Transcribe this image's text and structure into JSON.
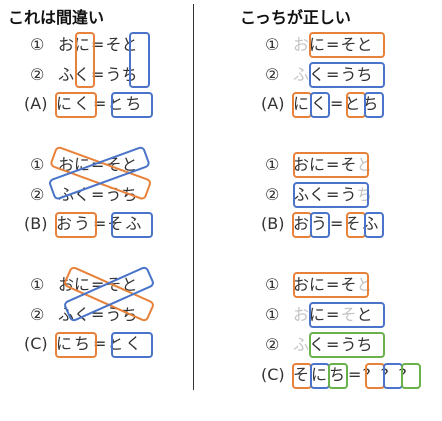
{
  "left": {
    "title": "これは間違い",
    "a": {
      "r1": {
        "mark": "①",
        "t": [
          "お",
          "に",
          "=",
          "そ",
          "と"
        ]
      },
      "r2": {
        "mark": "②",
        "t": [
          "ふ",
          "く",
          "=",
          "う",
          "ち"
        ]
      },
      "res": {
        "label": "(A)",
        "t": [
          "に",
          "く",
          "=",
          "と",
          "ち"
        ]
      }
    },
    "b": {
      "r1": {
        "mark": "①",
        "t": [
          "お",
          "に",
          "=",
          "そ",
          "と"
        ]
      },
      "r2": {
        "mark": "②",
        "t": [
          "ふ",
          "く",
          "=",
          "う",
          "ち"
        ]
      },
      "res": {
        "label": "(B)",
        "t": [
          "お",
          "う",
          "=",
          "そ",
          "ふ"
        ]
      }
    },
    "c": {
      "r1": {
        "mark": "①",
        "t": [
          "お",
          "に",
          "=",
          "そ",
          "と"
        ]
      },
      "r2": {
        "mark": "②",
        "t": [
          "ふ",
          "く",
          "=",
          "う",
          "ち"
        ]
      },
      "res": {
        "label": "(C)",
        "t": [
          "に",
          "ち",
          "=",
          "と",
          "く"
        ]
      }
    }
  },
  "right": {
    "title": "こっちが正しい",
    "a": {
      "r1": {
        "mark": "①",
        "t": [
          "お",
          "に",
          "=",
          "そ",
          "と"
        ]
      },
      "r2": {
        "mark": "②",
        "t": [
          "ふ",
          "く",
          "=",
          "う",
          "ち"
        ]
      },
      "res": {
        "label": "(A)",
        "t": [
          "に",
          "く",
          "=",
          "と",
          "ち"
        ]
      }
    },
    "b": {
      "r1": {
        "mark": "①",
        "t": [
          "お",
          "に",
          "=",
          "そ",
          "と"
        ]
      },
      "r2": {
        "mark": "②",
        "t": [
          "ふ",
          "く",
          "=",
          "う",
          "ち"
        ]
      },
      "res": {
        "label": "(B)",
        "t": [
          "お",
          "う",
          "=",
          "そ",
          "ふ"
        ]
      }
    },
    "c": {
      "r1": {
        "mark": "①",
        "t": [
          "お",
          "に",
          "=",
          "そ",
          "と"
        ]
      },
      "r1b": {
        "mark": "①",
        "t": [
          "お",
          "に",
          "=",
          "そ",
          "と"
        ]
      },
      "r2": {
        "mark": "②",
        "t": [
          "ふ",
          "く",
          "=",
          "う",
          "ち"
        ]
      },
      "res": {
        "label": "(C)",
        "t": [
          "そ",
          "に",
          "ち",
          "=",
          "?",
          "?",
          "?"
        ]
      }
    }
  },
  "colors": {
    "orange": "#e8823a",
    "blue": "#4a74c9",
    "green": "#6ab04c",
    "faint": "#c4c4c4"
  }
}
